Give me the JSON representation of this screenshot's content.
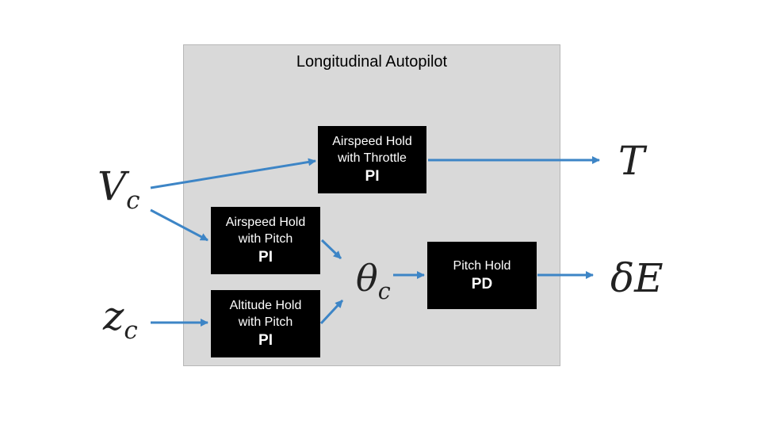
{
  "diagram": {
    "title": "Longitudinal Autopilot",
    "colors": {
      "container_fill": "#d9d9d9",
      "block_fill": "#000000",
      "block_text": "#ffffff",
      "arrow": "#3d85c6"
    },
    "blocks": {
      "airspeed_throttle": {
        "line1": "Airspeed Hold",
        "line2": "with Throttle",
        "controller": "PI"
      },
      "airspeed_pitch": {
        "line1": "Airspeed Hold",
        "line2": "with Pitch",
        "controller": "PI"
      },
      "altitude_pitch": {
        "line1": "Altitude Hold",
        "line2": "with Pitch",
        "controller": "PI"
      },
      "pitch_hold": {
        "line1": "Pitch Hold",
        "controller": "PD"
      }
    },
    "signals": {
      "vc": {
        "base": "V",
        "sub": "c"
      },
      "zc": {
        "base": "z",
        "sub": "c"
      },
      "thetac": {
        "base": "θ",
        "sub": "c"
      },
      "t": {
        "base": "T"
      },
      "deltae": {
        "base": "δE"
      }
    }
  }
}
